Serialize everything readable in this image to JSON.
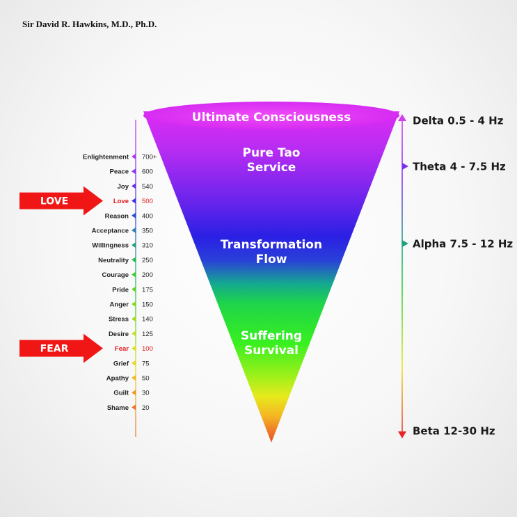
{
  "author": "Sir David R. Hawkins, M.D., Ph.D.",
  "cone": {
    "top_label": "Ultimate Consciousness",
    "bands": [
      {
        "line1": "Pure Tao",
        "line2": "Service"
      },
      {
        "line1": "Transformation",
        "line2": "Flow"
      },
      {
        "line1": "Suffering",
        "line2": "Survival"
      }
    ]
  },
  "levels": [
    {
      "name": "Enlightenment",
      "value": "700+",
      "color": "#b035f0"
    },
    {
      "name": "Peace",
      "value": "600",
      "color": "#8d32ee"
    },
    {
      "name": "Joy",
      "value": "540",
      "color": "#6a2ee8"
    },
    {
      "name": "Love",
      "value": "500",
      "color": "#3b32e0",
      "highlight": true
    },
    {
      "name": "Reason",
      "value": "400",
      "color": "#2450d0"
    },
    {
      "name": "Acceptance",
      "value": "350",
      "color": "#2a7fb0"
    },
    {
      "name": "Willingness",
      "value": "310",
      "color": "#24a07a"
    },
    {
      "name": "Neutrality",
      "value": "250",
      "color": "#22bb55"
    },
    {
      "name": "Courage",
      "value": "200",
      "color": "#3ccc30"
    },
    {
      "name": "Pride",
      "value": "175",
      "color": "#62d421"
    },
    {
      "name": "Anger",
      "value": "150",
      "color": "#84d81e"
    },
    {
      "name": "Stress",
      "value": "140",
      "color": "#a4dc1e"
    },
    {
      "name": "Desire",
      "value": "125",
      "color": "#c3e01e"
    },
    {
      "name": "Fear",
      "value": "100",
      "color": "#dfe11e",
      "highlight": true
    },
    {
      "name": "Grief",
      "value": "75",
      "color": "#f0d41e"
    },
    {
      "name": "Apathy",
      "value": "50",
      "color": "#f3b822"
    },
    {
      "name": "Guilt",
      "value": "30",
      "color": "#f29526"
    },
    {
      "name": "Shame",
      "value": "20",
      "color": "#ef6f2a"
    }
  ],
  "callouts": [
    {
      "label": "LOVE",
      "level": "Love",
      "color": "#f01616"
    },
    {
      "label": "FEAR",
      "level": "Fear",
      "color": "#f01616"
    }
  ],
  "waves": [
    {
      "label": "Delta 0.5 - 4 Hz",
      "color": "#d43cf0"
    },
    {
      "label": "Theta 4 - 7.5 Hz",
      "color": "#7a2ef0"
    },
    {
      "label": "Alpha 7.5 - 12 Hz",
      "color": "#1ba37a"
    },
    {
      "label": "Beta 12-30 Hz",
      "color": "#e8242a"
    }
  ]
}
